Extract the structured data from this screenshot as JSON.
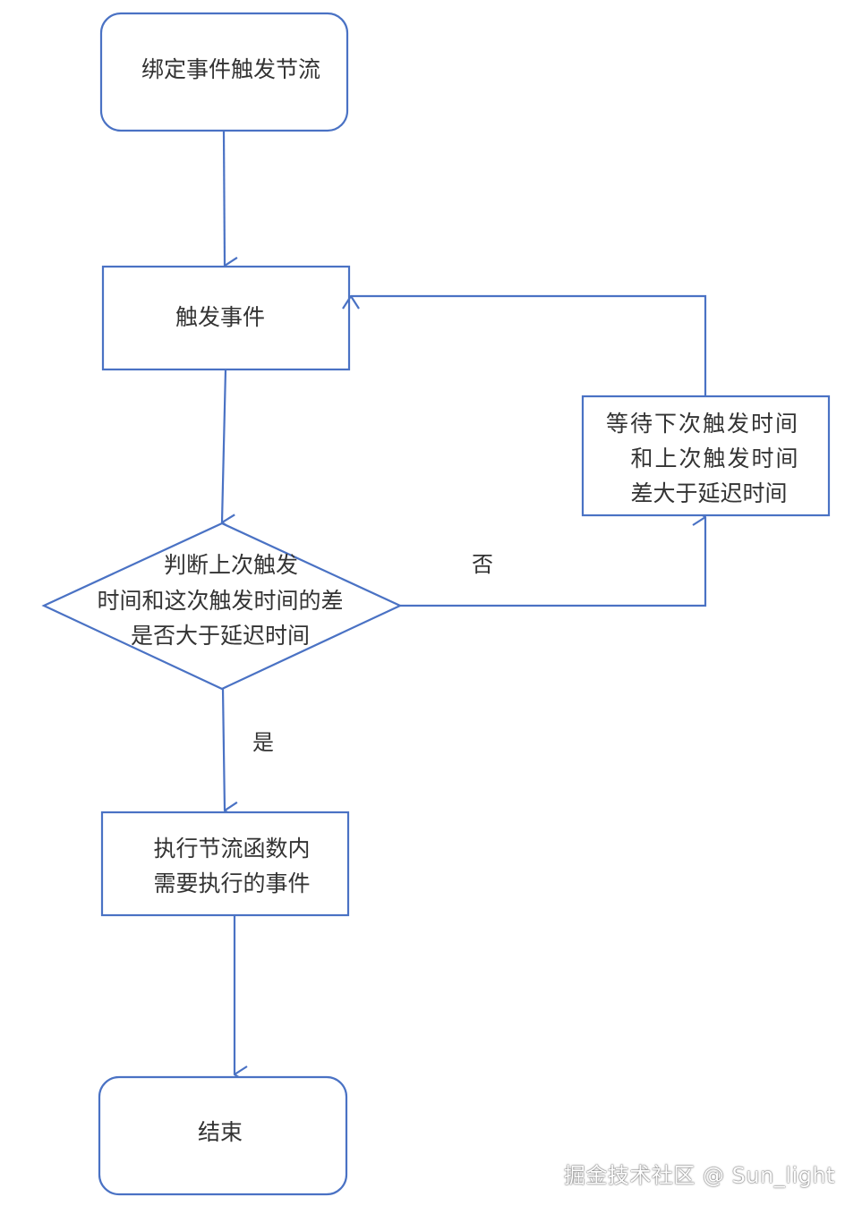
{
  "nodes": {
    "start": {
      "label": "绑定事件触发节流"
    },
    "trigger": {
      "label": "触发事件"
    },
    "decision": {
      "lines": [
        "判断上次触发",
        "时间和这次触发时间的差",
        "是否大于延迟时间"
      ]
    },
    "wait": {
      "lines": [
        "等待下次触发时间",
        "和上次触发时间",
        "差大于延迟时间"
      ]
    },
    "execute": {
      "lines": [
        "执行节流函数内",
        "需要执行的事件"
      ]
    },
    "end": {
      "label": "结束"
    }
  },
  "edge_labels": {
    "no": "否",
    "yes": "是"
  },
  "watermark": "掘金技术社区 @ Sun_light",
  "colors": {
    "stroke": "#4a72c4",
    "text": "#333333",
    "background": "#ffffff"
  }
}
